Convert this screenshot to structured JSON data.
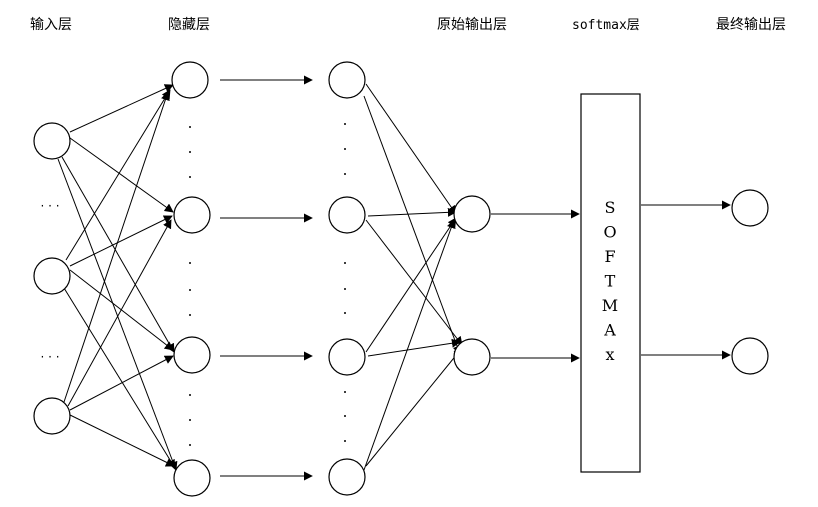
{
  "layers": {
    "input": "输入层",
    "hidden": "隐藏层",
    "raw_output": "原始输出层",
    "softmax": "softmax层",
    "final_output": "最终输出层"
  },
  "softmax_box_letters": [
    "S",
    "O",
    "F",
    "T",
    "M",
    "A",
    "x"
  ],
  "ellipsis_horizontal": "· · ·",
  "colors": {
    "stroke": "#000000",
    "background": "#ffffff"
  }
}
